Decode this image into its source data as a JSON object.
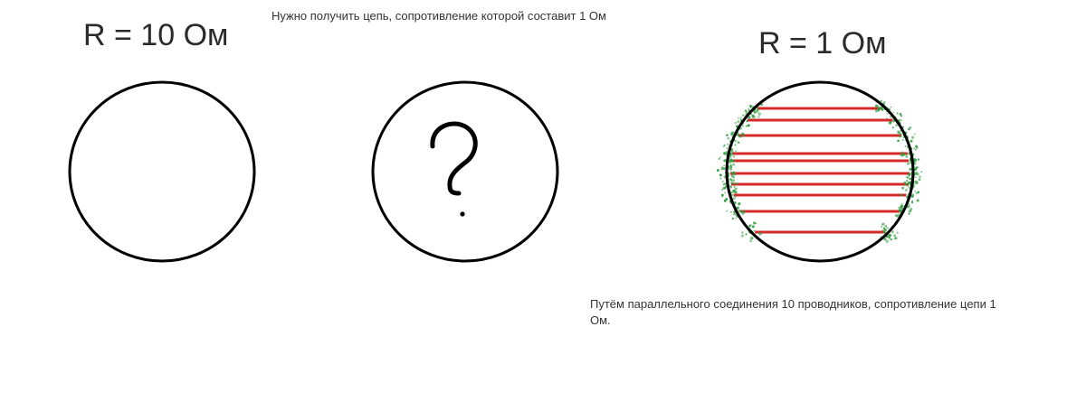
{
  "labels": {
    "left_resistance": "R = 10 Ом",
    "right_resistance": "R = 1 Ом",
    "question_mark": "?"
  },
  "notes": {
    "top": "Нужно получить цепь, сопротивление которой составит 1 Ом",
    "bottom": "Путём параллельного соединения 10 проводников, сопротивление цепи 1 Ом."
  },
  "diagram": {
    "parallel_conductor_count": 10,
    "colors": {
      "ring": "#000000",
      "conductor": "#d42a2a",
      "junction": "#2e9b3c"
    }
  }
}
